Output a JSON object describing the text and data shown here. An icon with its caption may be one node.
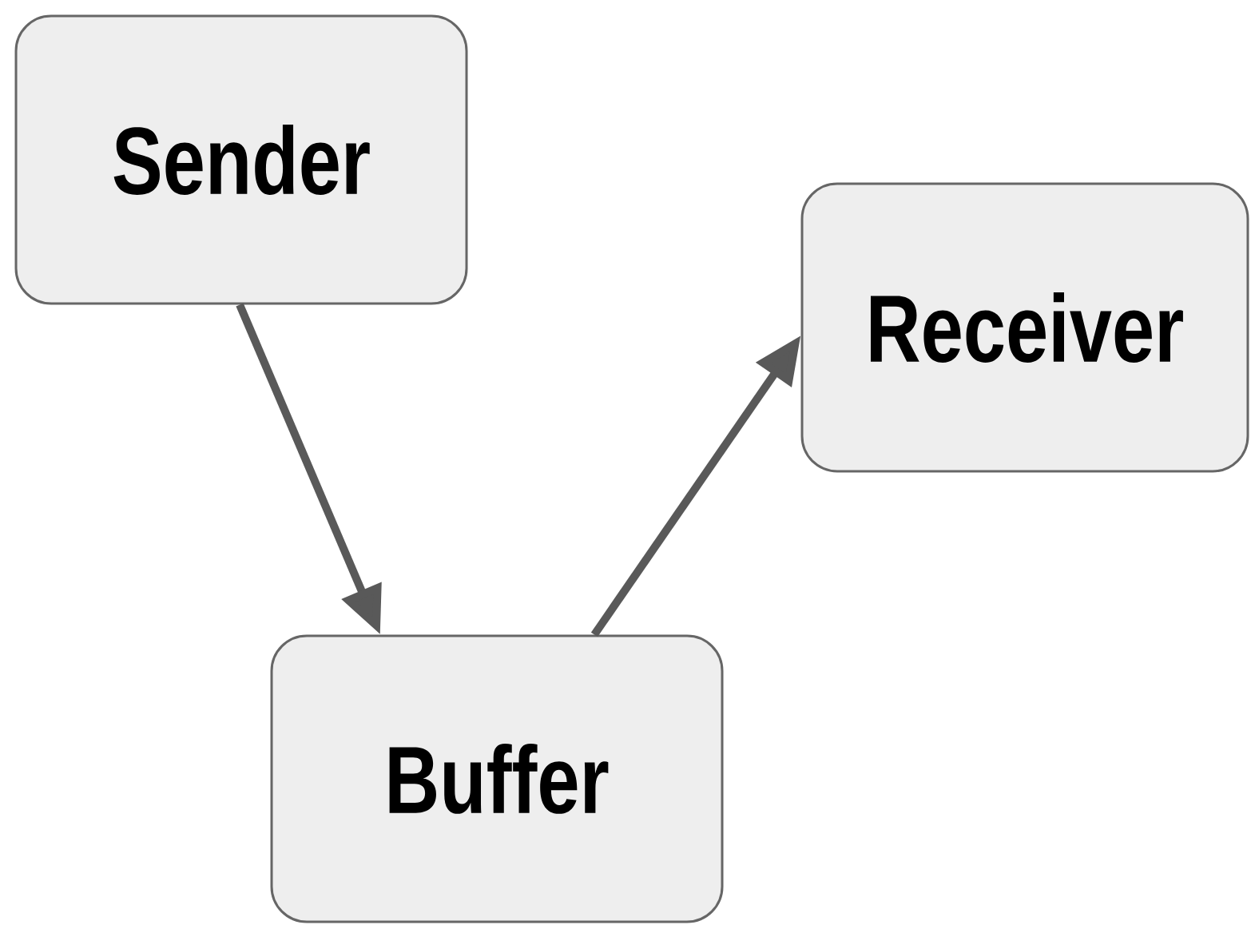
{
  "diagram": {
    "nodes": [
      {
        "text": [
          "Sender"
        ]
      },
      {
        "text": [
          "Receiver"
        ]
      },
      {
        "text": [
          "Buffer"
        ]
      }
    ],
    "edges": [
      {
        "from": 0,
        "to": 2,
        "arrow": "to"
      },
      {
        "from": 2,
        "to": 1,
        "arrow": "to"
      }
    ]
  }
}
